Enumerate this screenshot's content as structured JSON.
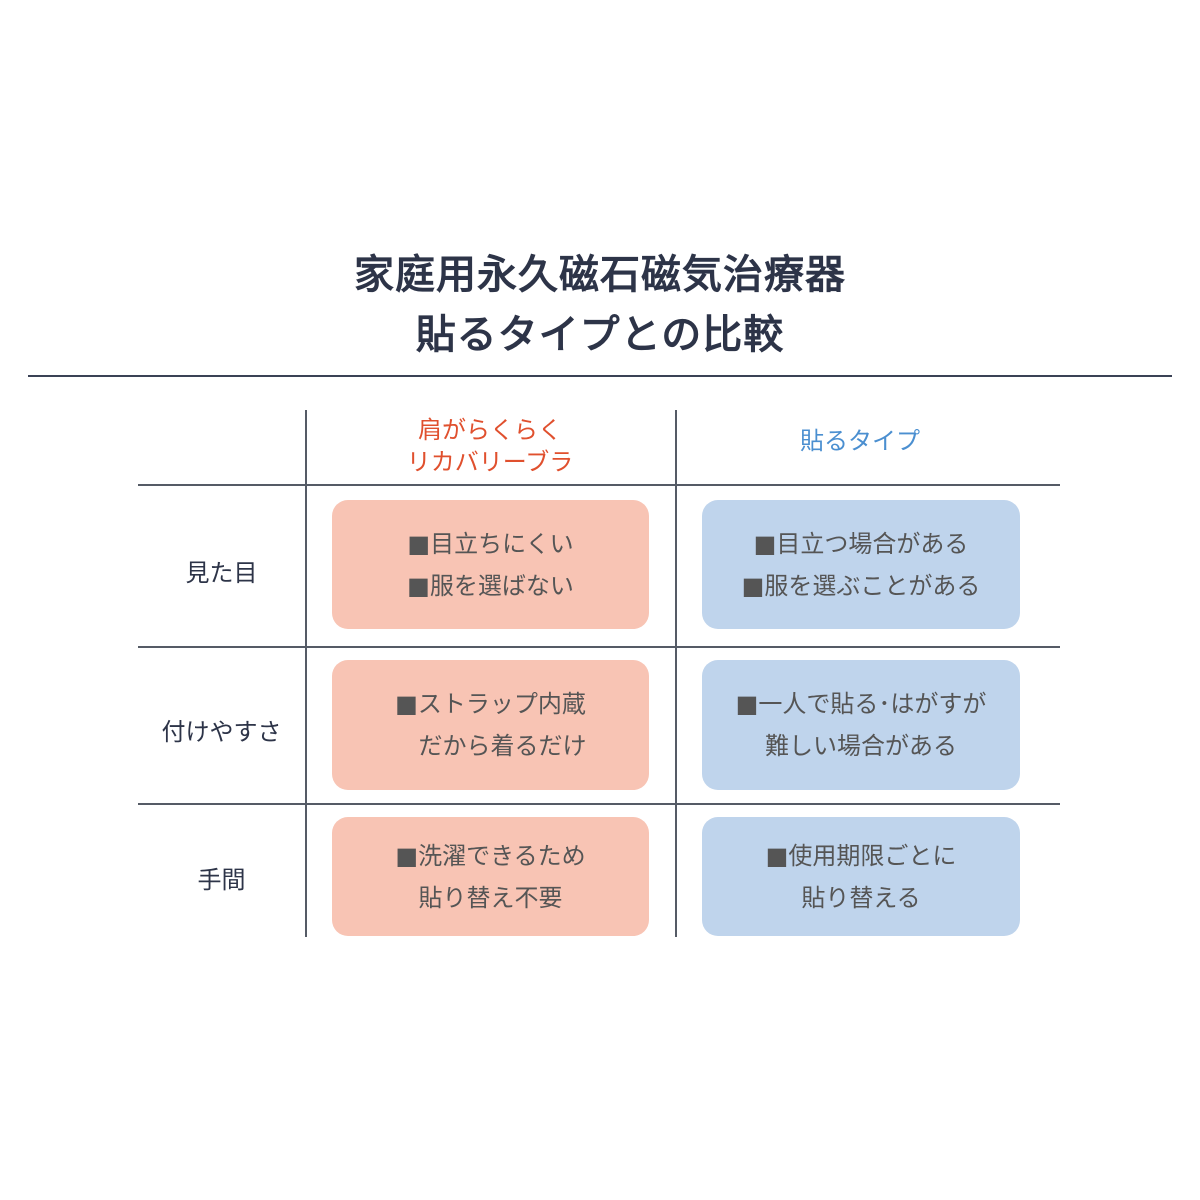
{
  "title": {
    "line1": "家庭用永久磁石磁気治療器",
    "line2": "貼るタイプとの比較"
  },
  "columns": [
    {
      "line1": "肩がらくらく",
      "line2": "リカバリーブラ",
      "color": "#e0502e"
    },
    {
      "line1": "貼るタイプ",
      "color": "#4b8fd0"
    }
  ],
  "rows": [
    {
      "label": "見た目",
      "a": [
        "■目立ちにくい",
        "■服を選ばない"
      ],
      "b": [
        "■目立つ場合がある",
        "■服を選ぶことがある"
      ]
    },
    {
      "label": "付けやすさ",
      "a": [
        "■ストラップ内蔵",
        "だから着るだけ"
      ],
      "b": [
        "■一人で貼る･はがすが",
        "難しい場合がある"
      ]
    },
    {
      "label": "手間",
      "a": [
        "■洗濯できるため",
        "貼り替え不要"
      ],
      "b": [
        "■使用期限ごとに",
        "貼り替える"
      ]
    }
  ]
}
